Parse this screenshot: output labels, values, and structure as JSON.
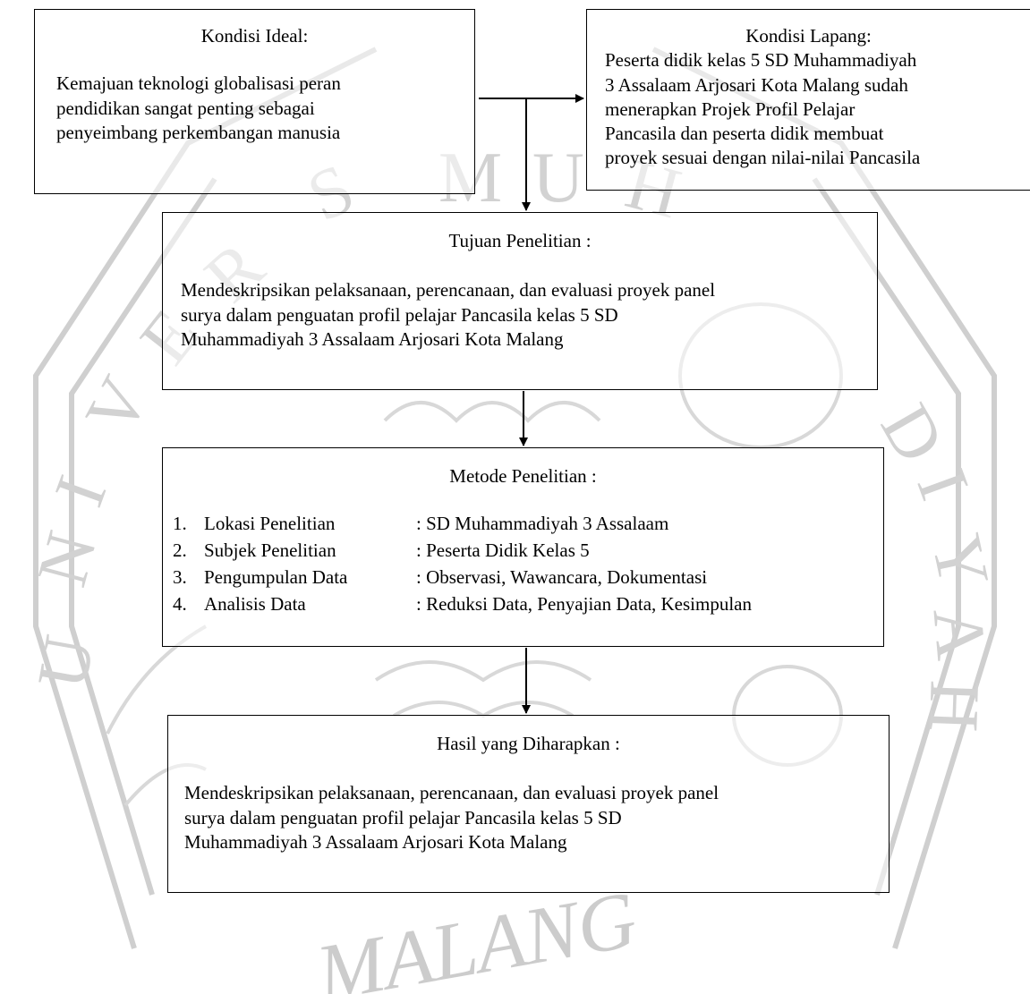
{
  "ideal": {
    "title": "Kondisi Ideal:",
    "lines": [
      "Kemajuan teknologi globalisasi peran",
      "pendidikan sangat penting sebagai",
      "penyeimbang perkembangan manusia"
    ]
  },
  "lapang": {
    "title": "Kondisi Lapang:",
    "lines": [
      "Peserta didik kelas 5 SD Muhammadiyah",
      "3 Assalaam Arjosari Kota Malang sudah",
      "menerapkan Projek Profil Pelajar",
      "Pancasila dan peserta didik membuat",
      "proyek sesuai dengan nilai-nilai Pancasila"
    ]
  },
  "tujuan": {
    "title": "Tujuan Penelitian :",
    "lines": [
      "Mendeskripsikan pelaksanaan, perencanaan, dan evaluasi proyek panel",
      "surya dalam penguatan profil pelajar Pancasila kelas 5 SD",
      "Muhammadiyah 3 Assalaam Arjosari Kota Malang"
    ]
  },
  "metode": {
    "title": "Metode Penelitian :",
    "items": [
      {
        "num": "1.",
        "label": "Lokasi Penelitian",
        "value": ": SD Muhammadiyah 3 Assalaam"
      },
      {
        "num": "2.",
        "label": "Subjek Penelitian",
        "value": ": Peserta Didik Kelas 5"
      },
      {
        "num": "3.",
        "label": "Pengumpulan Data",
        "value": ": Observasi, Wawancara, Dokumentasi"
      },
      {
        "num": "4.",
        "label": "Analisis Data",
        "value": ": Reduksi Data, Penyajian Data, Kesimpulan"
      }
    ]
  },
  "hasil": {
    "title": "Hasil yang Diharapkan :",
    "lines": [
      "Mendeskripsikan pelaksanaan, perencanaan, dan evaluasi proyek panel",
      "surya dalam penguatan profil pelajar Pancasila kelas 5 SD",
      "Muhammadiyah 3 Assalaam Arjosari Kota Malang"
    ]
  },
  "watermark": {
    "text_bottom": "MALANG",
    "letters_left": [
      "U",
      "N",
      "I",
      "V",
      "E",
      "R"
    ],
    "letters_top": [
      "S",
      "M",
      "U",
      "H"
    ],
    "letters_right": [
      "D",
      "I",
      "Y",
      "A",
      "H"
    ],
    "color": "#c8c8c8"
  }
}
